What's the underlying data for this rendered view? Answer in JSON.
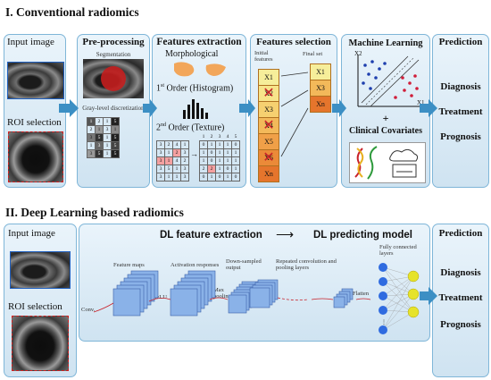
{
  "section1": {
    "title": "I. Conventional radiomics",
    "input": {
      "title": "Input image",
      "roi_label": "ROI selection"
    },
    "preprocessing": {
      "title": "Pre-processing",
      "segmentation_label": "Segmentation",
      "discretization_label": "Gray-level discretization",
      "grid": [
        [
          "1",
          "2",
          "1",
          "5"
        ],
        [
          "2",
          "1",
          "3",
          "1"
        ],
        [
          "3",
          "5",
          "1",
          "5"
        ],
        [
          "1",
          "3",
          "1",
          "5"
        ],
        [
          "3",
          "5",
          "1",
          "5"
        ]
      ]
    },
    "features": {
      "title": "Features extraction",
      "morphological": "Morphological",
      "first_order_sup": "st",
      "first_order_pre": "1",
      "first_order_post": " Order (Histogram)",
      "second_order_sup": "nd",
      "second_order_pre": "2",
      "second_order_post": " Order (Texture)",
      "texture_grid_left": [
        [
          "3",
          "2",
          "4",
          "1"
        ],
        [
          "3",
          "1",
          "2",
          "3"
        ],
        [
          "3",
          "1",
          "4",
          "2"
        ],
        [
          "3",
          "5",
          "1",
          "3"
        ],
        [
          "3",
          "1",
          "1",
          "3"
        ]
      ],
      "matrix_header": [
        "1",
        "2",
        "3",
        "4",
        "5"
      ],
      "matrix_rows": [
        [
          "0",
          "1",
          "1",
          "1",
          "0"
        ],
        [
          "1",
          "0",
          "1",
          "1",
          "1"
        ],
        [
          "1",
          "0",
          "1",
          "1",
          "1"
        ],
        [
          "2",
          "2",
          "1",
          "0",
          "1"
        ],
        [
          "0",
          "1",
          "0",
          "1",
          "0"
        ]
      ]
    },
    "selection": {
      "title": "Features selection",
      "initial_label": "Initial features",
      "final_label": "Final set",
      "initial": [
        "X1",
        "X2",
        "X3",
        "X4",
        "X5",
        "X6",
        "Xn"
      ],
      "final": [
        "X1",
        "X3",
        "Xn"
      ],
      "crossed": [
        1,
        3,
        5
      ]
    },
    "ml": {
      "title": "Machine Learning",
      "x2_label": "X2",
      "x1_label": "X1",
      "plus": "+",
      "clinical": "Clinical Covariates"
    },
    "prediction": {
      "title": "Prediction",
      "items": [
        "Diagnosis",
        "Treatment",
        "Prognosis"
      ]
    }
  },
  "section2": {
    "title": "II. Deep Learning based radiomics",
    "input": {
      "title": "Input image",
      "roi_label": "ROI selection"
    },
    "dl_extraction": "DL feature extraction",
    "dl_predicting": "DL predicting model",
    "labels": {
      "feature_maps": "Feature maps",
      "activation": "Activation responses",
      "downsampled": "Down-sampled output",
      "repeated": "Repeated convolution and pooling layers",
      "fully_connected": "Fully connected layers",
      "conv": "Conv.",
      "relu": "ReLU",
      "max_pooling": "Max pooling",
      "flatten": "Flatten"
    },
    "prediction": {
      "title": "Prediction",
      "items": [
        "Diagnosis",
        "Treatment",
        "Prognosis"
      ]
    }
  },
  "colors": {
    "panel_border": "#7fb6d8",
    "arrow": "#3c8fc4",
    "cube_fill": "#8ab2e8",
    "neuron_blue": "#2f6be0",
    "neuron_yellow": "#e6e32a"
  }
}
